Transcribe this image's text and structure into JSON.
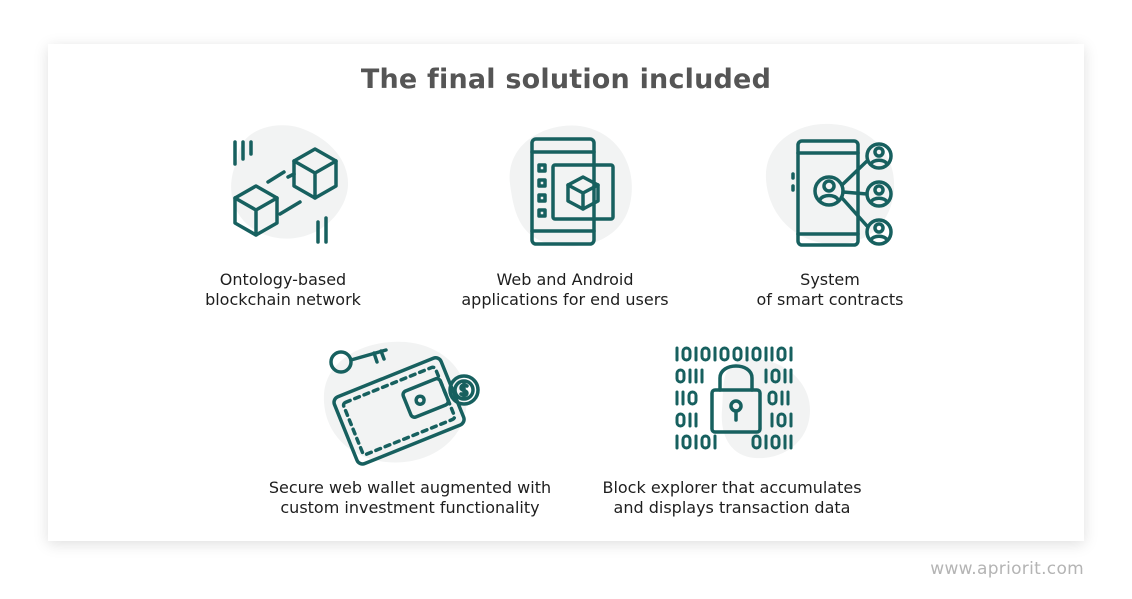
{
  "title": "The final solution included",
  "items": [
    {
      "line1": "Ontology-based",
      "line2": "blockchain network",
      "icon": "blockchain-cubes-icon"
    },
    {
      "line1": "Web and Android",
      "line2": "applications for end users",
      "icon": "mobile-app-icon"
    },
    {
      "line1": "System",
      "line2": "of smart contracts",
      "icon": "smart-contracts-icon"
    },
    {
      "line1": "Secure web wallet augmented with",
      "line2": "custom investment functionality",
      "icon": "wallet-key-icon"
    },
    {
      "line1": "Block explorer that accumulates",
      "line2": "and displays transaction data",
      "icon": "binary-lock-icon"
    }
  ],
  "footer": "www.apriorit.com",
  "colors": {
    "icon_stroke": "#17605f",
    "blob": "#f2f3f3",
    "title": "#555555",
    "text": "#1e1e1e",
    "footer": "#b4b4b4"
  }
}
